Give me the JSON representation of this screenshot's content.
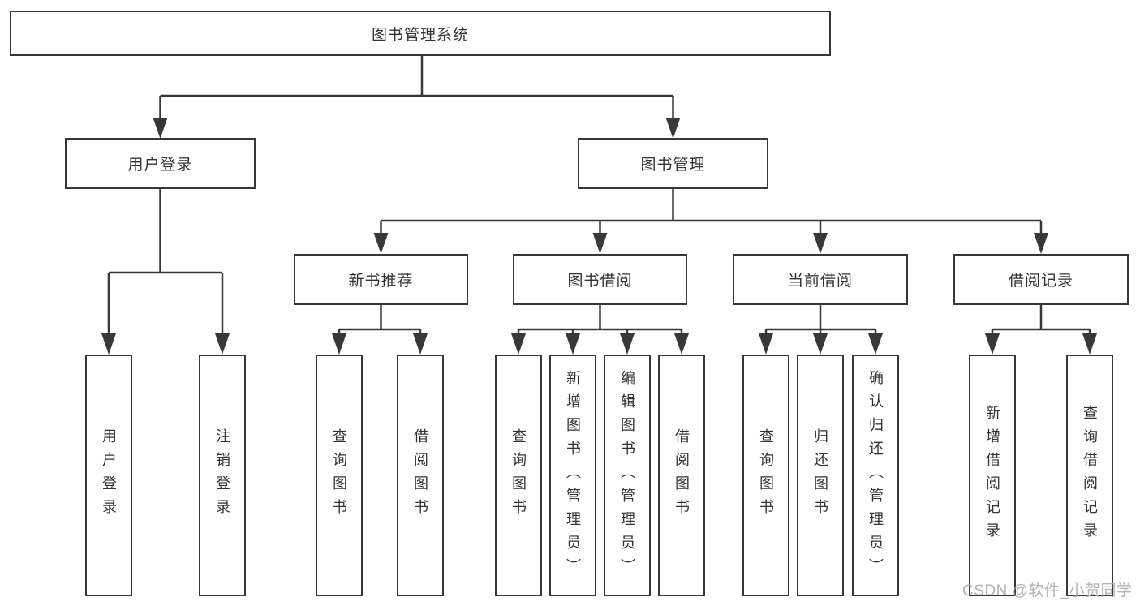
{
  "colors": {
    "line": "#383838",
    "box_border": "#383838",
    "text": "#333333",
    "background": "#ffffff",
    "watermark": "#a8a8a8"
  },
  "diagram": {
    "root": {
      "label": "图书管理系统"
    },
    "branches": [
      {
        "label": "用户登录",
        "children": [
          {
            "label": "用户登录"
          },
          {
            "label": "注销登录"
          }
        ]
      },
      {
        "label": "图书管理",
        "children": [
          {
            "label": "新书推荐",
            "children": [
              {
                "label": "查询图书"
              },
              {
                "label": "借阅图书"
              }
            ]
          },
          {
            "label": "图书借阅",
            "children": [
              {
                "label": "查询图书"
              },
              {
                "label": "新增图书（管理员）"
              },
              {
                "label": "编辑图书（管理员）"
              },
              {
                "label": "借阅图书"
              }
            ]
          },
          {
            "label": "当前借阅",
            "children": [
              {
                "label": "查询图书"
              },
              {
                "label": "归还图书"
              },
              {
                "label": "确认归还（管理员）"
              }
            ]
          },
          {
            "label": "借阅记录",
            "children": [
              {
                "label": "新增借阅记录"
              },
              {
                "label": "查询借阅记录"
              }
            ]
          }
        ]
      }
    ]
  },
  "watermark": {
    "text": "CSDN @软件_小贺同学"
  }
}
